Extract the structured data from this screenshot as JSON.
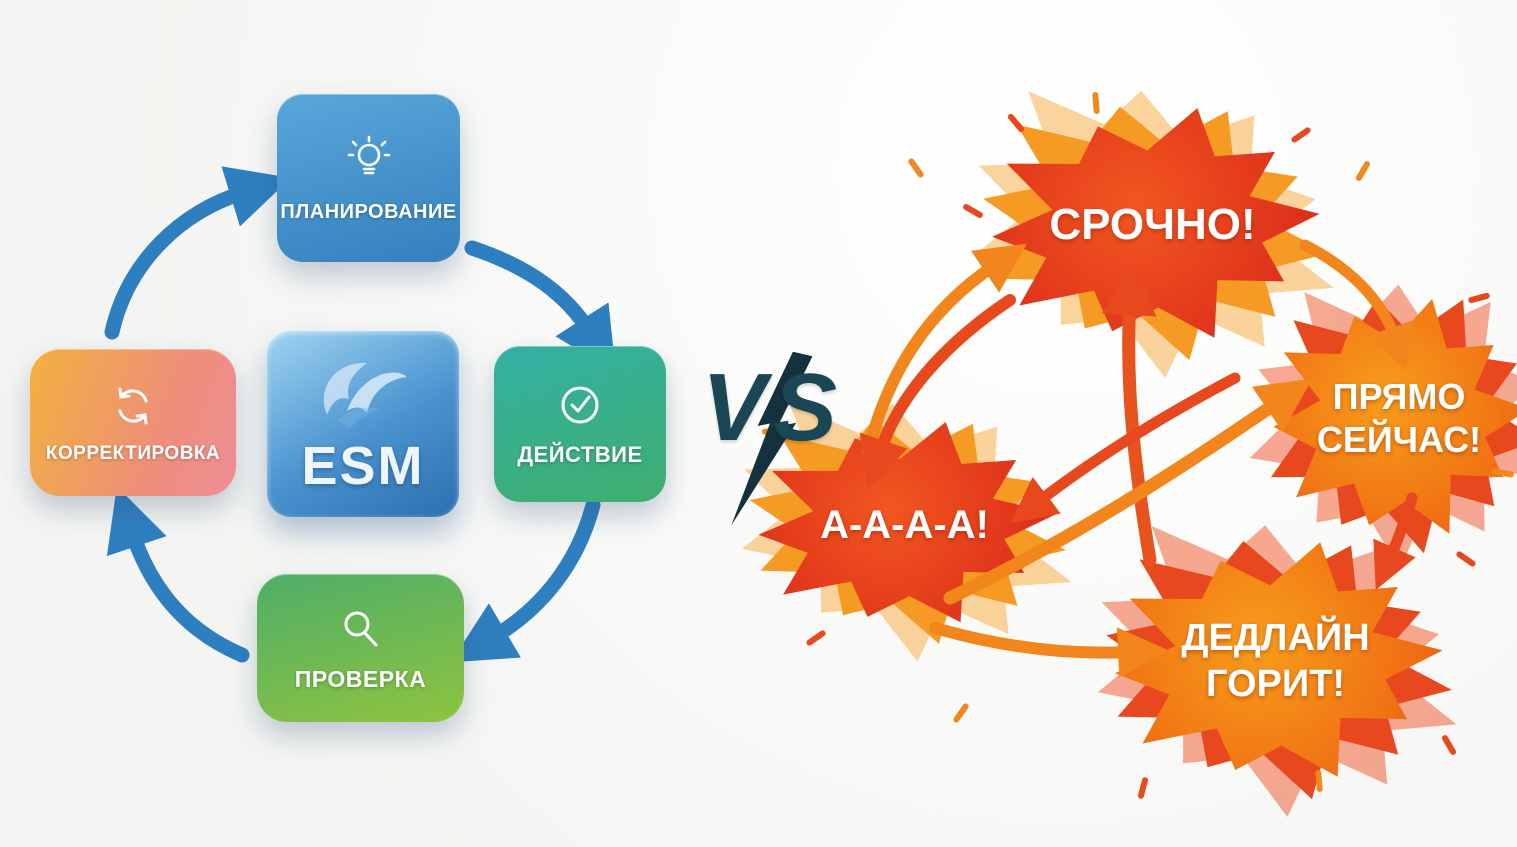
{
  "left": {
    "center_label": "ESM",
    "cycle": [
      {
        "label": "ПЛАНИРОВАНИЕ",
        "icon": "lightbulb-icon"
      },
      {
        "label": "ДЕЙСТВИЕ",
        "icon": "check-circle-icon"
      },
      {
        "label": "ПРОВЕРКА",
        "icon": "magnifier-icon"
      },
      {
        "label": "КОРРЕКТИРОВКА",
        "icon": "refresh-icon"
      }
    ]
  },
  "versus": {
    "label": "VS"
  },
  "right": {
    "bursts": [
      {
        "name": "urgent",
        "lines": [
          "СРОЧНО!"
        ]
      },
      {
        "name": "right-now",
        "lines": [
          "ПРЯМО",
          "СЕЙЧАС!"
        ]
      },
      {
        "name": "aaaa",
        "lines": [
          "А-А-А-А!"
        ]
      },
      {
        "name": "deadline-burning",
        "lines": [
          "ДЕДЛАЙН",
          "ГОРИТ!"
        ]
      }
    ]
  },
  "colors": {
    "planning_blue": "#3f8fc9",
    "action_teal": "#2ba89b",
    "check_green": "#6ab84e",
    "adjust_orange": "#f2a348",
    "adjust_pink": "#ef8d96",
    "cycle_arrow_blue": "#2e7fc0",
    "vs_navy": "#1a4656",
    "burst_red": "#dd2f1b",
    "burst_orange": "#f2851c"
  }
}
